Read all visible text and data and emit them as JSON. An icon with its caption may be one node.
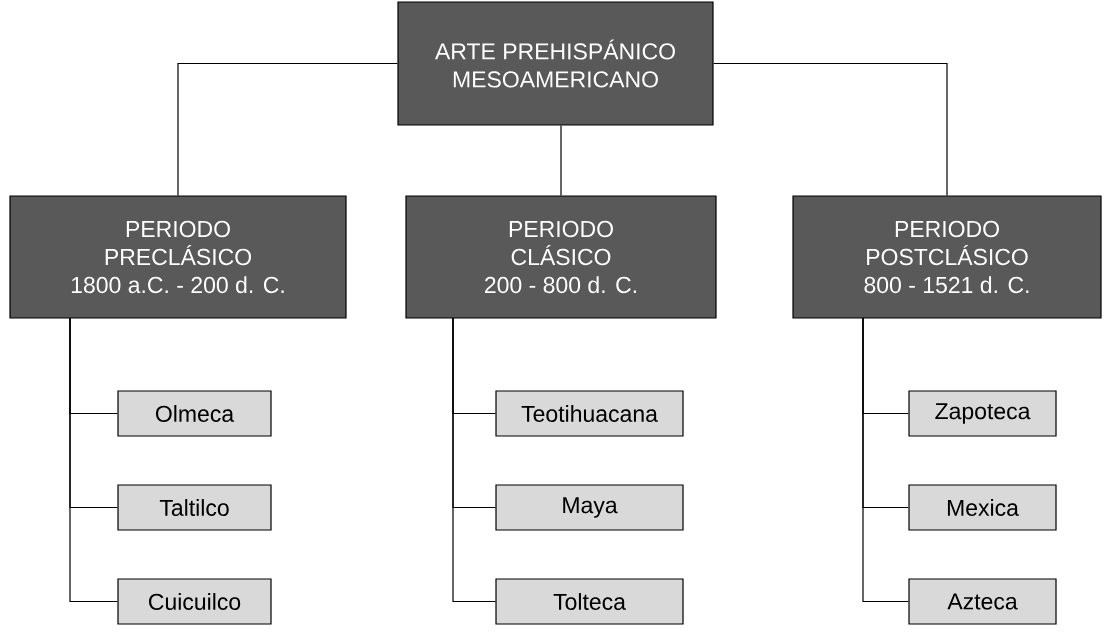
{
  "diagram": {
    "nodes": [
      {
        "text": [
          "ARTE PREHISPÁNICO MESOAMERICANO"
        ]
      },
      {
        "text": [
          "PERIODO PRECLÁSICO",
          "1800 a.C. - 200 d. C."
        ]
      },
      {
        "text": [
          "PERIODO CLÁSICO",
          "200 - 800 d. C."
        ]
      },
      {
        "text": [
          "PERIODO POSTCLÁSICO",
          "800 - 1521 d. C."
        ]
      },
      {
        "text": [
          "Olmeca"
        ]
      },
      {
        "text": [
          "Taltilco"
        ]
      },
      {
        "text": [
          "Cuicuilco"
        ]
      },
      {
        "text": [
          "Teotihuacana"
        ]
      },
      {
        "text": [
          "Maya"
        ]
      },
      {
        "text": [
          "Tolteca"
        ]
      },
      {
        "text": [
          "Zapoteca"
        ]
      },
      {
        "text": [
          "Mexica"
        ]
      },
      {
        "text": [
          "Azteca"
        ]
      }
    ],
    "edges": [
      {
        "from": 0,
        "to": 1,
        "arrow": "none"
      },
      {
        "from": 0,
        "to": 2,
        "arrow": "none"
      },
      {
        "from": 0,
        "to": 3,
        "arrow": "none"
      },
      {
        "from": 1,
        "to": 4,
        "arrow": "none"
      },
      {
        "from": 1,
        "to": 5,
        "arrow": "none"
      },
      {
        "from": 1,
        "to": 6,
        "arrow": "none"
      },
      {
        "from": 2,
        "to": 7,
        "arrow": "none"
      },
      {
        "from": 2,
        "to": 8,
        "arrow": "none"
      },
      {
        "from": 2,
        "to": 9,
        "arrow": "none"
      },
      {
        "from": 3,
        "to": 10,
        "arrow": "none"
      },
      {
        "from": 3,
        "to": 11,
        "arrow": "none"
      },
      {
        "from": 3,
        "to": 12,
        "arrow": "none"
      }
    ]
  }
}
